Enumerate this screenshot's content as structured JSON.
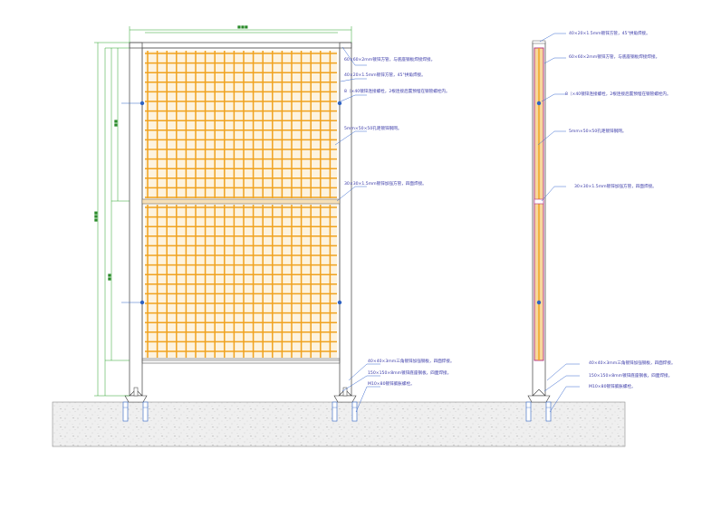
{
  "colors": {
    "mesh": "#f0a21e",
    "frame": "#555555",
    "dimension": "#2aa12a",
    "leader": "#3a6ad0",
    "text": "#3a3aa8",
    "ground": "#ececec",
    "side_outline": "#b0297a"
  },
  "front_view": {
    "dimensions": {
      "top_width": "■■■",
      "heights": [
        "■■",
        "■■",
        "■■■"
      ]
    },
    "annotations": [
      "60×60×2mm镀锌方管，与底座钢板焊接焊接。",
      "40×20×1.5mm镀锌方管，45°拼角焊接。",
      "8（×40镀锌连接螺栓，2根连接后置预埋在钢管螺栓内。",
      "5mm×50×50孔距镀锌钢网。",
      "30×30×1.5mm镀锌加强方管，四面焊接。",
      "40×40×3mm三角镀锌加强钢板，四面焊接。",
      "150×150×8mm镀锌底座钢板，四面焊接。",
      "M10×80镀锌膨胀螺栓。"
    ]
  },
  "side_view": {
    "annotations": [
      "40×20×1.5mm镀锌方管，45°拼角焊接。",
      "60×60×2mm镀锌方管，与底座钢板焊接焊接。",
      "8（×40镀锌连接螺栓，2根连接后置预埋在钢管螺栓内。",
      "5mm×50×50孔距镀锌钢网。",
      "30×30×1.5mm镀锌加强方管，四面焊接。",
      "40×40×3mm三角镀锌加强钢板，四面焊接。",
      "150×150×8mm镀锌底座钢板，四面焊接。",
      "M10×80镀锌膨胀螺栓。"
    ]
  }
}
